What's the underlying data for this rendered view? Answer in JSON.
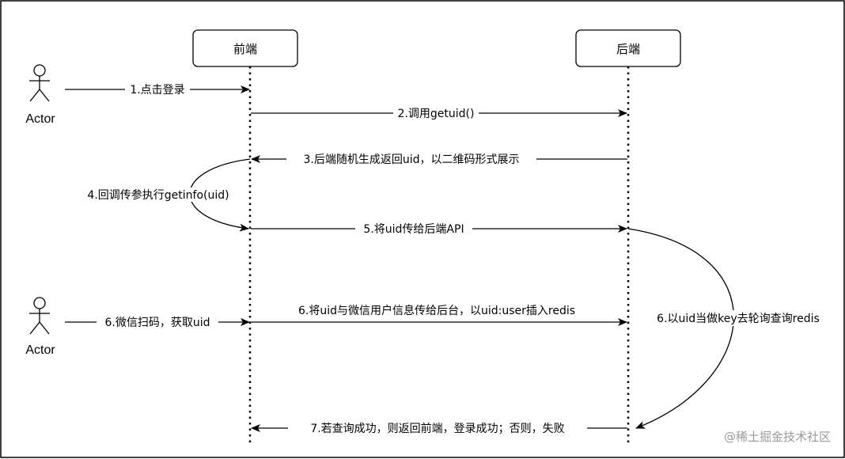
{
  "participants": {
    "frontend": "前端",
    "backend": "后端"
  },
  "actors": {
    "actor1": "Actor",
    "actor2": "Actor"
  },
  "messages": {
    "m1": "1.点击登录",
    "m2": "2.调用getuid()",
    "m3": "3.后端随机生成返回uid，以二维码形式展示",
    "m4": "4.回调传参执行getinfo(uid)",
    "m5": "5.将uid传给后端API",
    "m6a": "6.微信扫码，获取uid",
    "m6b": "6.将uid与微信用户信息传给后台，以uid:user插入redis",
    "m6c": "6.以uid当做key去轮询查询redis",
    "m7": "7.若查询成功，则返回前端，登录成功；否则，失败"
  },
  "watermark": "@稀土掘金技术社区"
}
